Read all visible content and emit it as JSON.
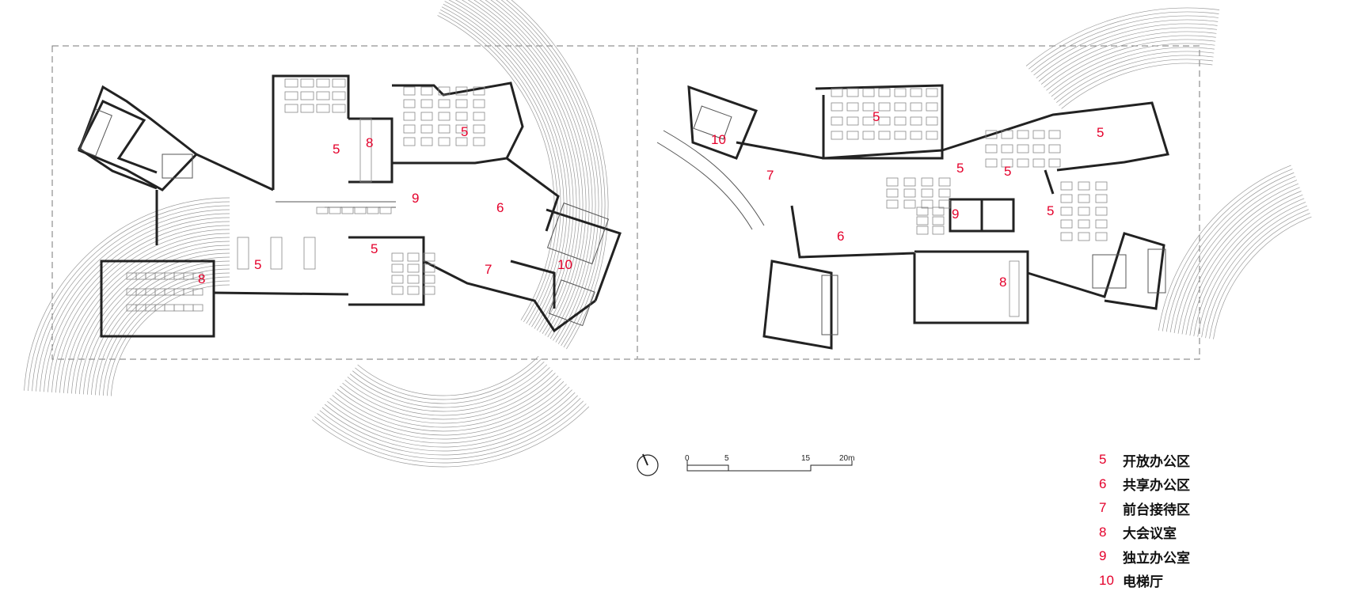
{
  "rooms": [
    {
      "id": "r1",
      "num": "5"
    },
    {
      "id": "r2",
      "num": "5"
    },
    {
      "id": "r3",
      "num": "8"
    },
    {
      "id": "r4",
      "num": "5"
    },
    {
      "id": "r5",
      "num": "9"
    },
    {
      "id": "r6",
      "num": "6"
    },
    {
      "id": "r7",
      "num": "5"
    },
    {
      "id": "r8",
      "num": "8"
    },
    {
      "id": "r9",
      "num": "5"
    },
    {
      "id": "r10",
      "num": "7"
    },
    {
      "id": "r11",
      "num": "10"
    },
    {
      "id": "r12",
      "num": "10"
    },
    {
      "id": "r13",
      "num": "7"
    },
    {
      "id": "r14",
      "num": "5"
    },
    {
      "id": "r15",
      "num": "5"
    },
    {
      "id": "r16",
      "num": "5"
    },
    {
      "id": "r17",
      "num": "5"
    },
    {
      "id": "r18",
      "num": "9"
    },
    {
      "id": "r19",
      "num": "6"
    },
    {
      "id": "r20",
      "num": "8"
    }
  ],
  "scale_bar": {
    "ticks": [
      "0",
      "5",
      "15",
      "20m"
    ]
  },
  "legend": [
    {
      "num": "5",
      "label": "开放办公区"
    },
    {
      "num": "6",
      "label": "共享办公区"
    },
    {
      "num": "7",
      "label": "前台接待区"
    },
    {
      "num": "8",
      "label": "大会议室"
    },
    {
      "num": "9",
      "label": "独立办公室"
    },
    {
      "num": "10",
      "label": "电梯厅"
    }
  ],
  "colors": {
    "accent": "#e4002b",
    "wall": "#222222"
  }
}
